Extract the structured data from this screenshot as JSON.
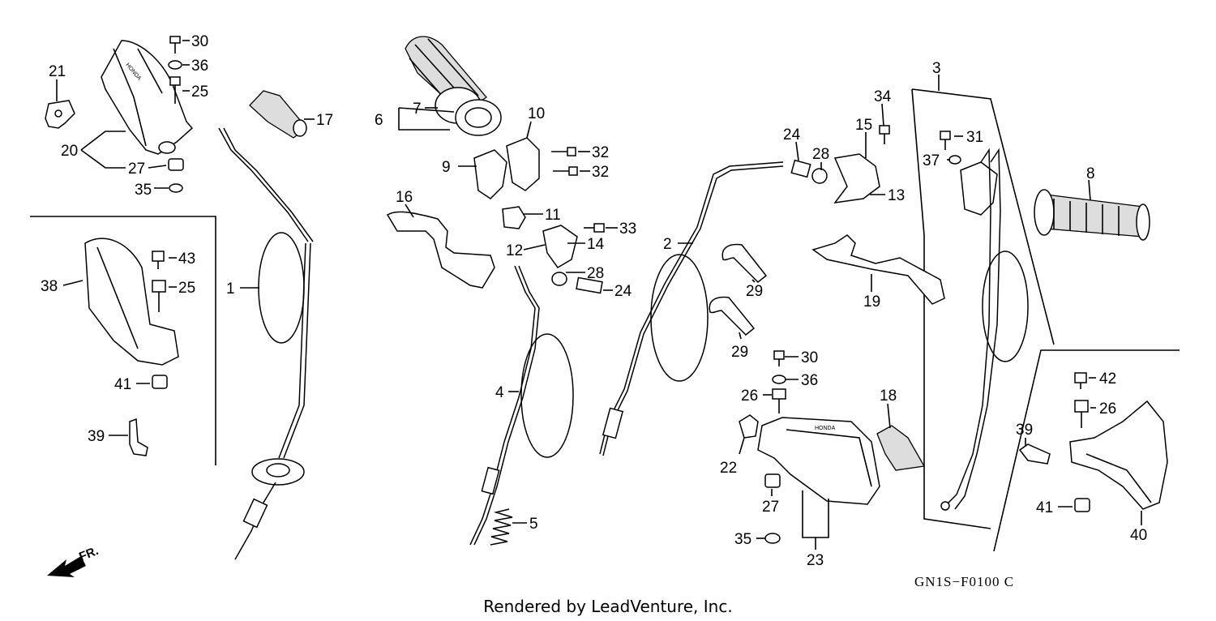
{
  "diagram": {
    "callouts": [
      "30",
      "36",
      "25",
      "21",
      "20",
      "27",
      "35",
      "17",
      "1",
      "38",
      "43",
      "25",
      "41",
      "39",
      "6",
      "7",
      "10",
      "9",
      "32",
      "32",
      "16",
      "11",
      "33",
      "12",
      "14",
      "28",
      "24",
      "4",
      "5",
      "2",
      "24",
      "28",
      "15",
      "34",
      "13",
      "29",
      "29",
      "19",
      "30",
      "36",
      "26",
      "22",
      "27",
      "35",
      "23",
      "18",
      "3",
      "31",
      "37",
      "8",
      "39",
      "42",
      "26",
      "41",
      "40"
    ],
    "front_marker": "FR.",
    "brand_marking": "HONDA",
    "diagram_code": "GN1S−F0100 C"
  },
  "footer": {
    "text": "Rendered by LeadVenture, Inc."
  }
}
